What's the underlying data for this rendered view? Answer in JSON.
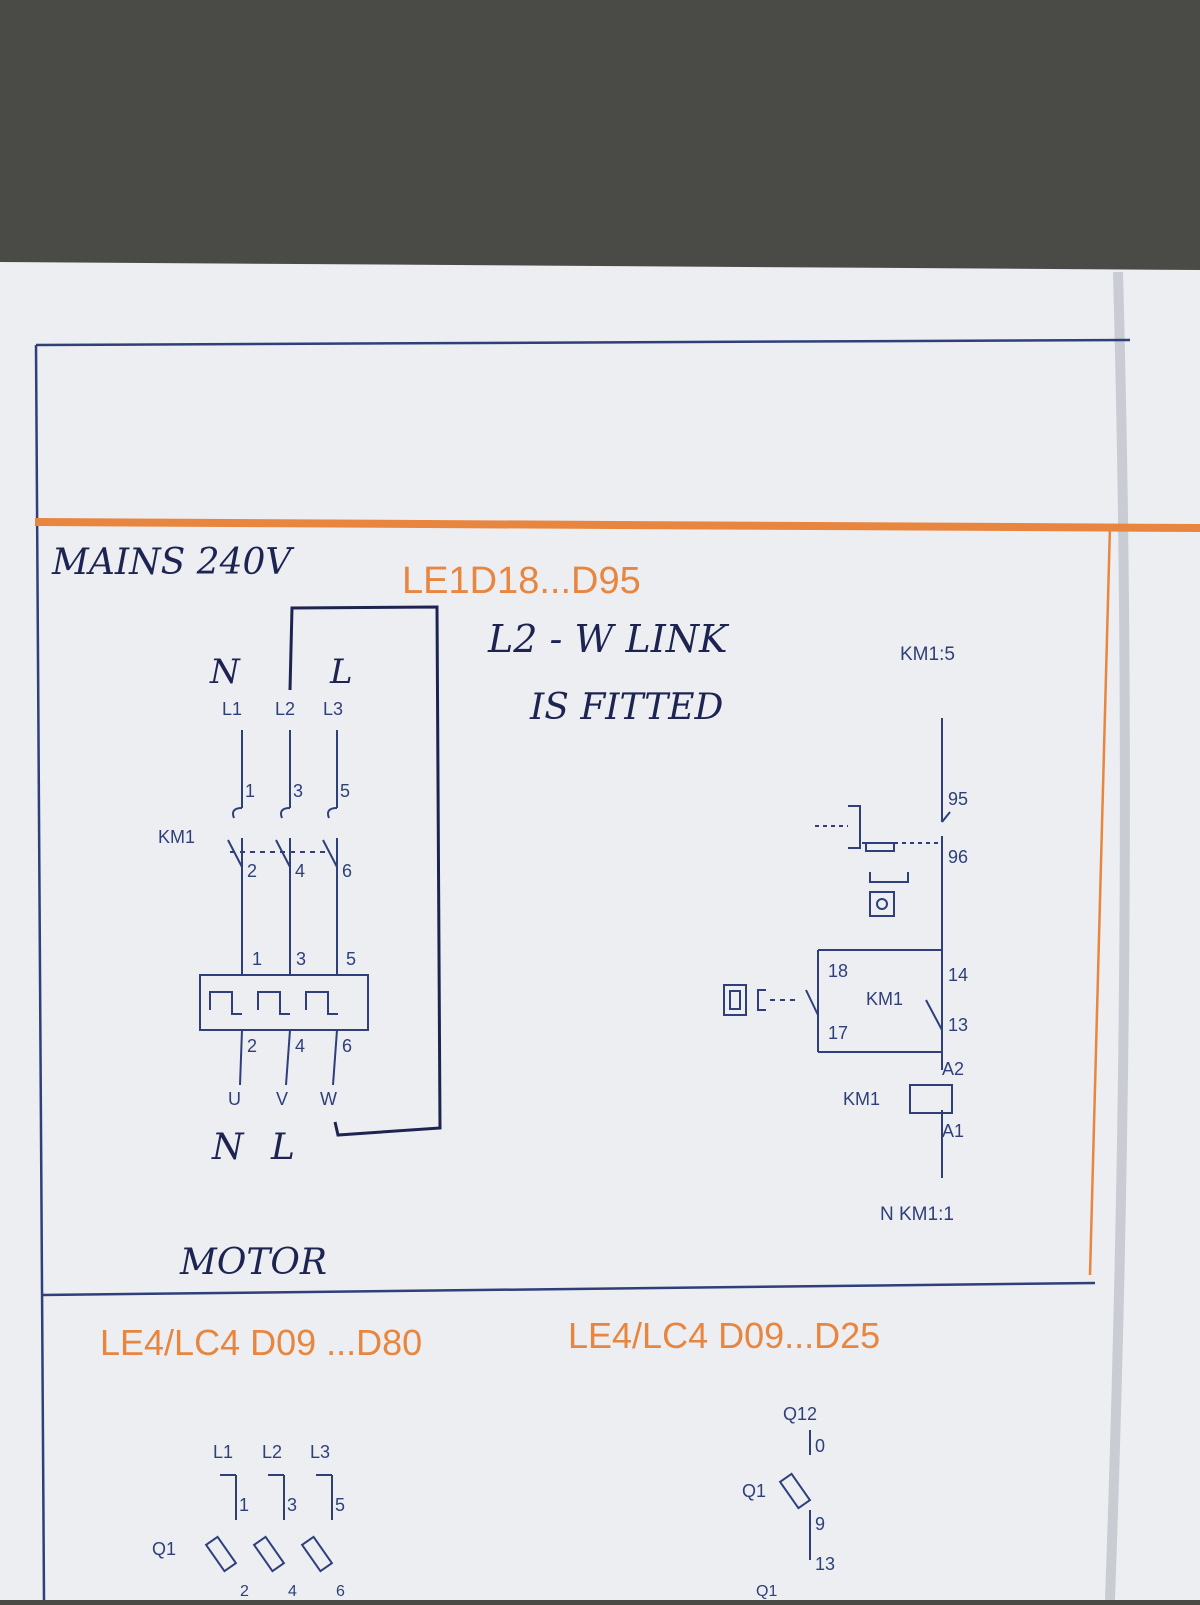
{
  "handwritten": {
    "mains": "MAINS 240V",
    "link_note_1": "L2 - W LINK",
    "link_note_2": "IS FITTED",
    "top_n": "N",
    "top_l": "L",
    "bottom_nl": "N L",
    "motor": "MOTOR"
  },
  "section1": {
    "title": "LE1D18...D95",
    "power_circuit": {
      "supply_terminals": [
        "L1",
        "L2",
        "L3"
      ],
      "contactor_label": "KM1",
      "contact_top": [
        "1",
        "3",
        "5"
      ],
      "contact_bottom": [
        "2",
        "4",
        "6"
      ],
      "overload_top": [
        "1",
        "3",
        "5"
      ],
      "overload_bottom": [
        "2",
        "4",
        "6"
      ],
      "motor_terminals": [
        "U",
        "V",
        "W"
      ]
    },
    "control_circuit": {
      "supply_ref": "KM1:5",
      "overload_nc": [
        "95",
        "96"
      ],
      "start_no": [
        "18",
        "17"
      ],
      "hold_no": [
        "14",
        "13"
      ],
      "aux_label": "KM1",
      "coil_terminals": [
        "A2",
        "A1"
      ],
      "coil_label": "KM1",
      "return_ref": "N KM1:1"
    }
  },
  "section2": {
    "title_left": "LE4/LC4  D09 ...D80",
    "title_right": "LE4/LC4 D09...D25",
    "power_circuit": {
      "supply_terminals": [
        "L1",
        "L2",
        "L3"
      ],
      "isolator_terminals": [
        "1",
        "3",
        "5"
      ],
      "breaker_label": "Q1",
      "breaker_bottom": [
        "2",
        "4",
        "6"
      ]
    },
    "control_circuit": {
      "top_ref": "Q12",
      "top_terminal": "0",
      "breaker_label": "Q1",
      "terminals": [
        "9",
        "13"
      ],
      "next_label": "Q1"
    }
  },
  "colors": {
    "paper": "#eceef2",
    "line": "#2e3f7a",
    "accent": "#e8863f",
    "ink": "#1e2452",
    "desk": "#4a4a47"
  }
}
